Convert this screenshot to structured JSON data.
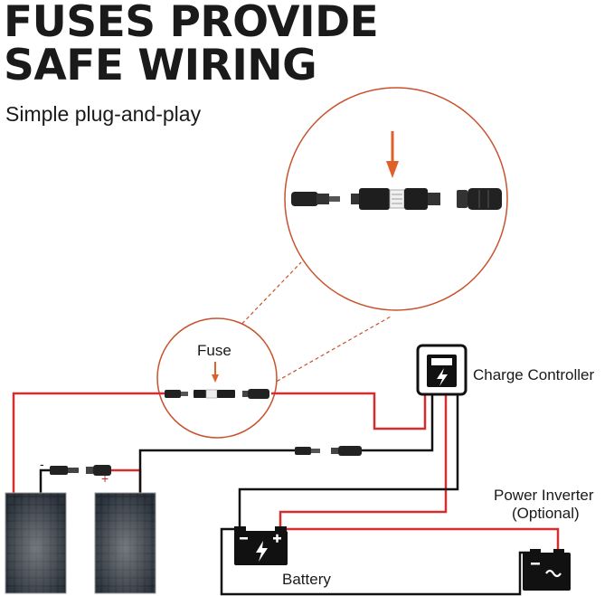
{
  "header": {
    "title_line1": "FUSES PROVIDE",
    "title_line2": "SAFE WIRING",
    "subtitle": "Simple plug-and-play"
  },
  "labels": {
    "fuse": "Fuse",
    "charge_controller": "Charge Controller",
    "power_inverter": "Power Inverter",
    "power_inverter_optional": "(Optional)",
    "battery": "Battery",
    "panel_negative": "-",
    "panel_positive": "+"
  },
  "colors": {
    "positive_wire": "#d32f2f",
    "negative_wire": "#111111",
    "accent_orange": "#e0602a",
    "callout_circle": "#c8522e"
  }
}
